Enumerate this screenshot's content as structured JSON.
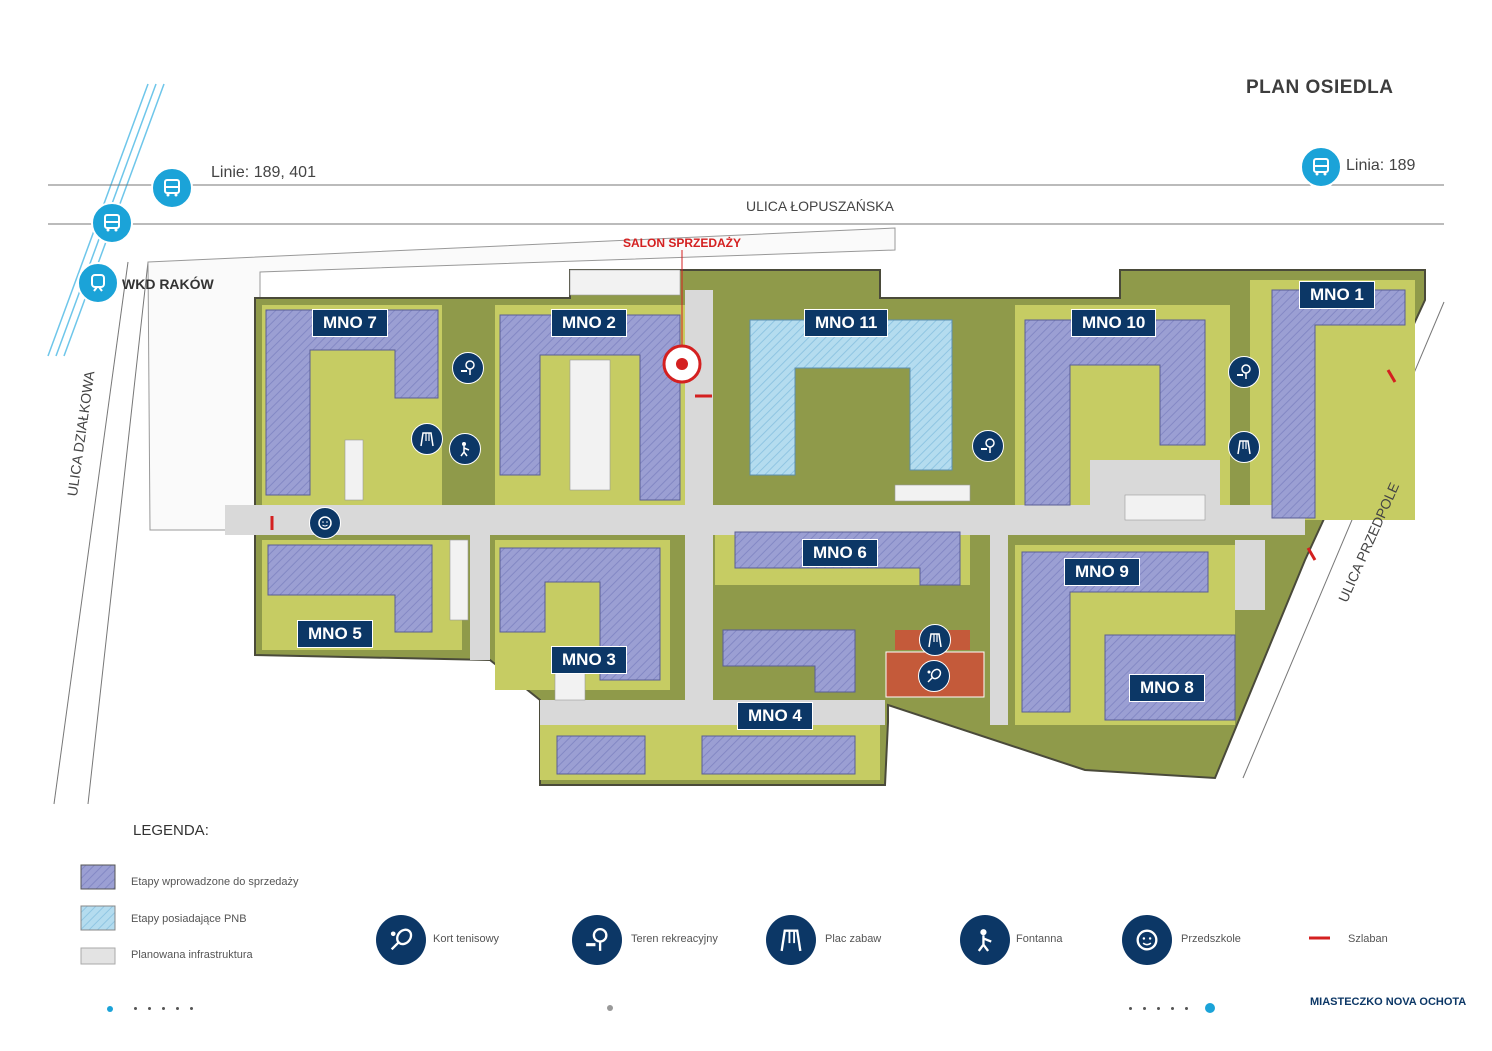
{
  "title": "PLAN OSIEDLA",
  "streets": {
    "lopuszanska": "ULICA ŁOPUSZAŃSKA",
    "dzialkowa": "ULICA DZIAŁKOWA",
    "przedpole": "ULICA PRZEDPOLE"
  },
  "transport": {
    "bus_left": "Linie: 189, 401",
    "bus_right": "Linia: 189",
    "wkd": "WKD RAKÓW"
  },
  "salon": "SALON SPRZEDAŻY",
  "buildings": [
    "MNO 1",
    "MNO 2",
    "MNO 3",
    "MNO 4",
    "MNO 5",
    "MNO 6",
    "MNO 7",
    "MNO 8",
    "MNO 9",
    "MNO 10",
    "MNO 11"
  ],
  "legend": {
    "title": "LEGENDA:",
    "swatches": [
      {
        "label": "Etapy wprowadzone do sprzedaży",
        "color": "#9b9fd3"
      },
      {
        "label": "Etapy posiadające PNB",
        "color": "#a8d3ea"
      },
      {
        "label": "Planowana infrastruktura",
        "color": "#e3e3e3"
      }
    ],
    "amenities": [
      {
        "label": "Kort tenisowy",
        "icon": "tennis-icon"
      },
      {
        "label": "Teren rekreacyjny",
        "icon": "recreation-icon"
      },
      {
        "label": "Plac zabaw",
        "icon": "playground-icon"
      },
      {
        "label": "Fontanna",
        "icon": "fountain-icon"
      },
      {
        "label": "Przedszkole",
        "icon": "kindergarten-icon"
      },
      {
        "label": "Szlaban",
        "icon": "barrier-icon"
      }
    ]
  },
  "footer": "MIASTECZKO NOVA OCHOTA",
  "colors": {
    "navy": "#0c3766",
    "bus_blue": "#1ba3d8",
    "green": "#8f9a4a",
    "yellow_green": "#c6cc63",
    "road": "#d6d6d6",
    "building_sale": "#9b9fd3",
    "building_pnb": "#a8d3ea",
    "salon_red": "#d42020"
  }
}
